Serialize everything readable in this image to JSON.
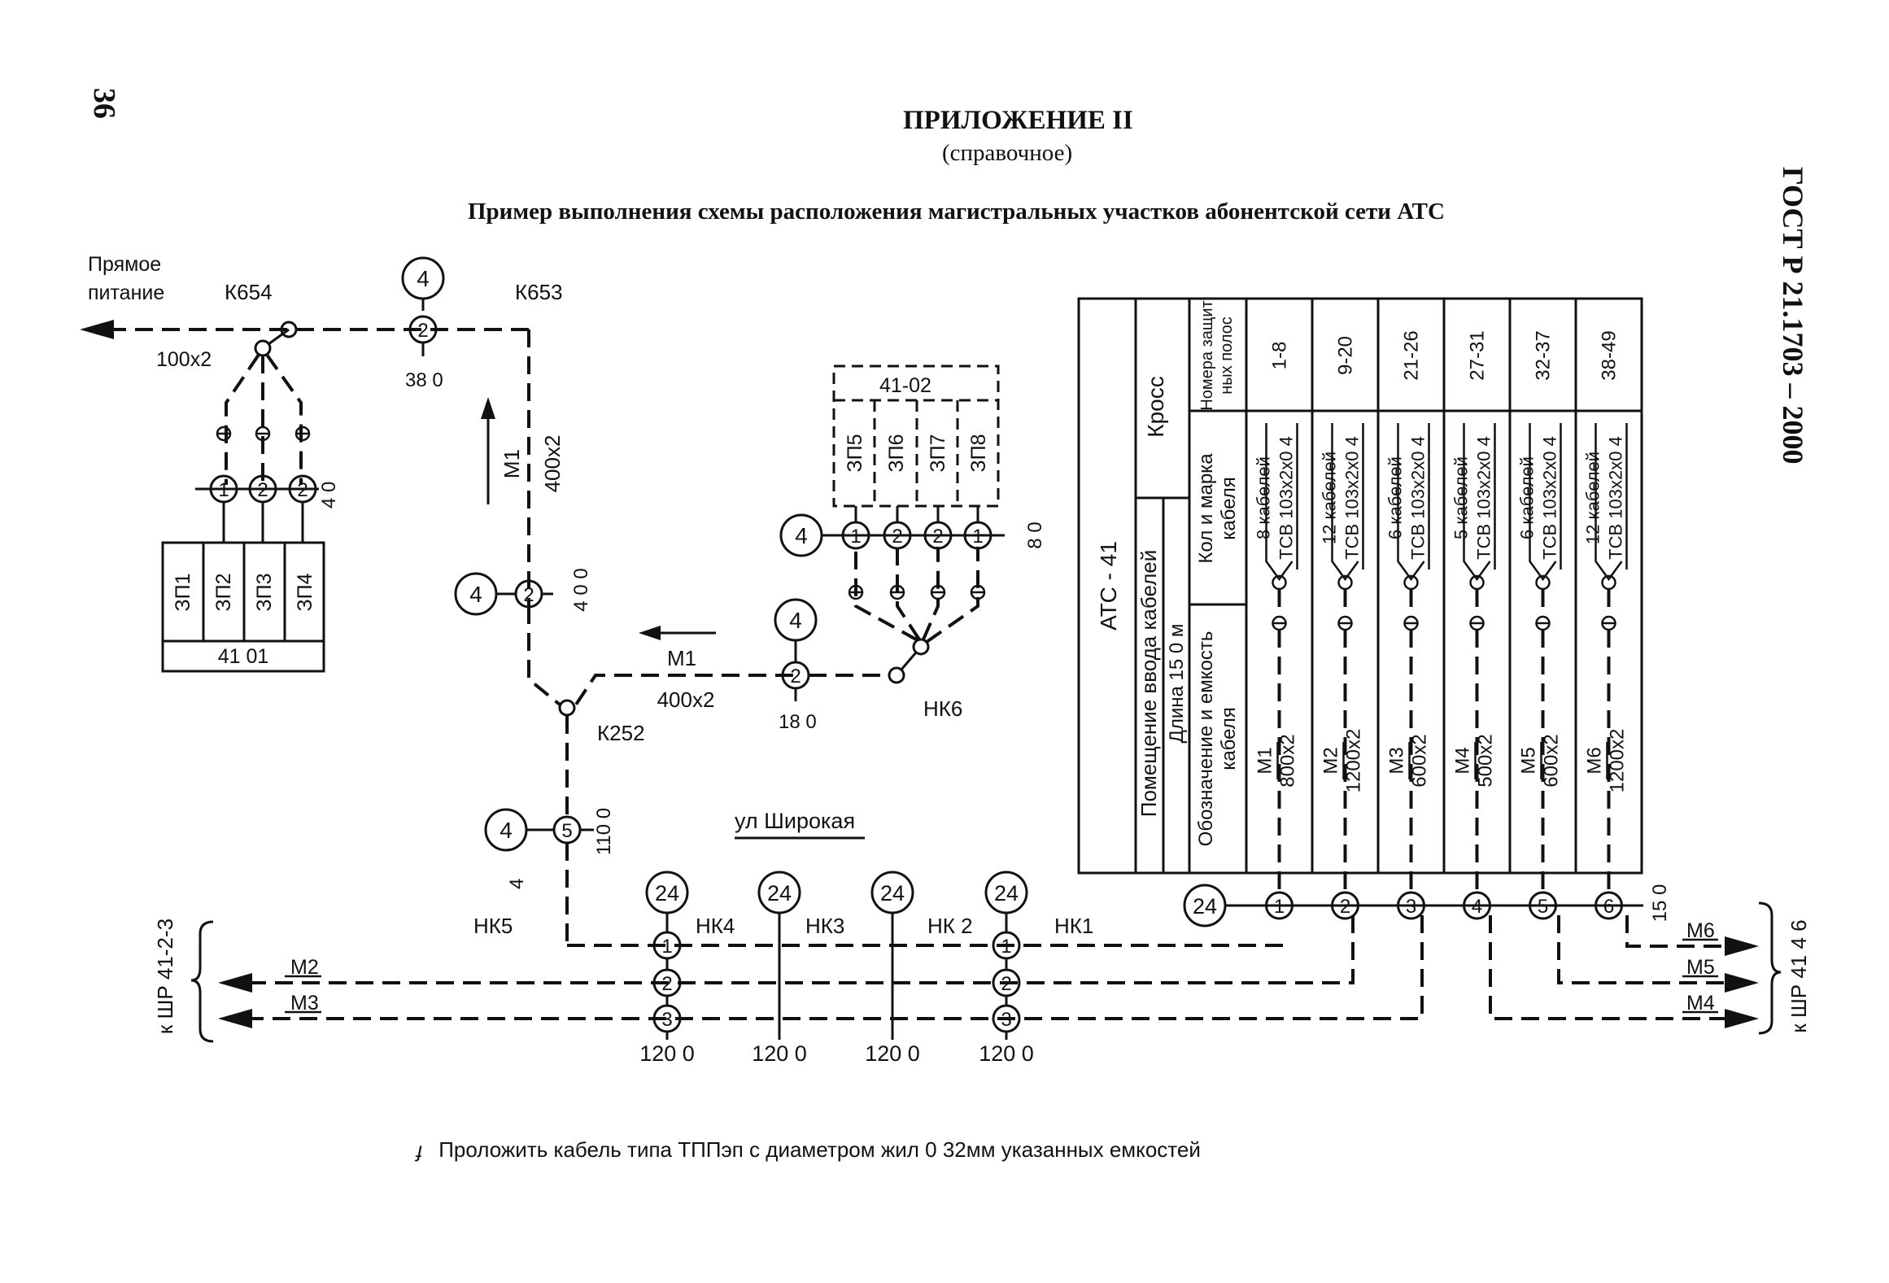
{
  "page_number": "36",
  "header": {
    "title": "ПРИЛОЖЕНИЕ II",
    "subtitle": "(справочное)",
    "caption": "Пример выполнения схемы расположения магистральных участков абонентской сети АТС",
    "standard": "ГОСТ Р 21.1703 – 2000"
  },
  "left": {
    "feed_label_1": "Прямое",
    "feed_label_2": "питание",
    "k654": "К654",
    "k653": "К653",
    "cap_100x2": "100х2",
    "count_4_top": "4",
    "node_2_top": "2",
    "dist_380": "38 0",
    "cable_m1": "М1",
    "cap_400x2": "400х2",
    "bottom_40": "4 0",
    "cab_nums": [
      "1",
      "2",
      "2"
    ],
    "box_cells": [
      "ЗП1",
      "ЗП2",
      "ЗП3",
      "ЗП4"
    ],
    "box_label": "41 01",
    "count_4_mid": "4",
    "node_2_mid": "2",
    "dist_400": "4 0 0",
    "k252": "К252",
    "m1_h": "М1",
    "cap_400x2_h": "400х2",
    "count_4_h": "4",
    "node_2_h": "2",
    "dist_180": "18 0",
    "count_4_low": "4",
    "node_5": "5",
    "dist_1100": "110 0",
    "small_4": "4",
    "nk5": "НК5"
  },
  "box4102": {
    "label": "41-02",
    "cells": [
      "ЗП5",
      "ЗП6",
      "ЗП7",
      "ЗП8"
    ],
    "count": "4",
    "nums": [
      "1",
      "2",
      "2",
      "1"
    ],
    "dist": "8 0",
    "nk6": "НК6"
  },
  "street": "ул Широкая",
  "bottom": {
    "counts": [
      "24",
      "24",
      "24",
      "24"
    ],
    "wells": [
      "НК4",
      "НК3",
      "НК 2",
      "НК1"
    ],
    "dists": [
      "120 0",
      "120 0",
      "120 0",
      "120 0"
    ],
    "left_nodes": [
      "1",
      "2",
      "3"
    ],
    "right_nodes": [
      "1",
      "2",
      "3"
    ],
    "m2": "М2",
    "m3": "М3",
    "to_left": "к ШР 41-2-3",
    "to_right": "к ШР 41 4 6",
    "m4": "М4",
    "m5": "М5",
    "m6": "М6",
    "dist_150": "15 0",
    "entry_count": "24"
  },
  "table": {
    "atc": "АТС - 41",
    "room": "Помещение ввода кабелей",
    "length": "Длина 15 0 м",
    "cross": "Кросс",
    "h_strip_1": "Номера защит",
    "h_strip_2": "ных полос",
    "h_qty_1": "Кол и марка",
    "h_qty_2": "кабеля",
    "h_cable_1": "Обозначение и емкость",
    "h_cable_2": "кабеля",
    "rows": [
      {
        "strip": "1-8",
        "qty": "8 кабелей",
        "brand": "ТСВ 103х2х0 4",
        "cable": "М1",
        "cap": "800х2",
        "node": "1"
      },
      {
        "strip": "9-20",
        "qty": "12 кабелей",
        "brand": "ТСВ 103х2х0 4",
        "cable": "М2",
        "cap": "1200х2",
        "node": "2"
      },
      {
        "strip": "21-26",
        "qty": "6 кабелей",
        "brand": "ТСВ 103х2х0 4",
        "cable": "М3",
        "cap": "600х2",
        "node": "3"
      },
      {
        "strip": "27-31",
        "qty": "5 кабелей",
        "brand": "ТСВ 103х2х0 4",
        "cable": "М4",
        "cap": "500х2",
        "node": "4"
      },
      {
        "strip": "32-37",
        "qty": "6 кабелей",
        "brand": "ТСВ 103х2х0 4",
        "cable": "М5",
        "cap": "600х2",
        "node": "5"
      },
      {
        "strip": "38-49",
        "qty": "12 кабелей",
        "brand": "ТСВ 103х2х0 4",
        "cable": "М6",
        "cap": "1200х2",
        "node": "6"
      }
    ]
  },
  "note": "Проложить кабель типа ТППэп с диаметром жил 0 32мм указанных емкостей"
}
